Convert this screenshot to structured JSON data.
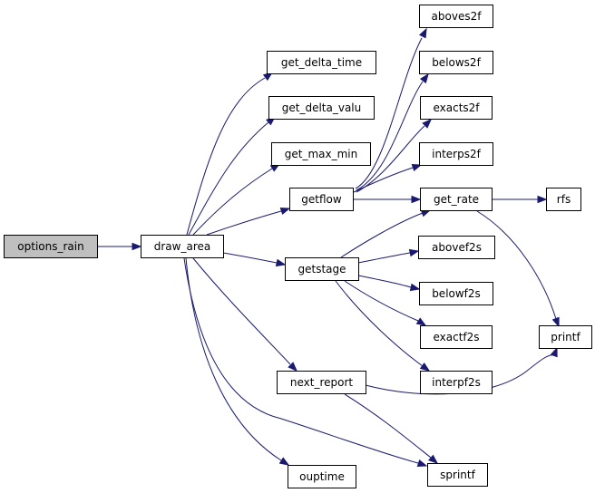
{
  "graph": {
    "edge_color": "#191970",
    "root_fill": "#bfbfbf",
    "nodes": {
      "options_rain": "options_rain",
      "draw_area": "draw_area",
      "get_delta_time": "get_delta_time",
      "get_delta_valu": "get_delta_valu",
      "get_max_min": "get_max_min",
      "getflow": "getflow",
      "getstage": "getstage",
      "next_report": "next_report",
      "ouptime": "ouptime",
      "aboves2f": "aboves2f",
      "belows2f": "belows2f",
      "exacts2f": "exacts2f",
      "interps2f": "interps2f",
      "get_rate": "get_rate",
      "abovef2s": "abovef2s",
      "belowf2s": "belowf2s",
      "exactf2s": "exactf2s",
      "interpf2s": "interpf2s",
      "sprintf": "sprintf",
      "rfs": "rfs",
      "printf": "printf"
    },
    "edges": [
      [
        "options_rain",
        "draw_area"
      ],
      [
        "draw_area",
        "get_delta_time"
      ],
      [
        "draw_area",
        "get_delta_valu"
      ],
      [
        "draw_area",
        "get_max_min"
      ],
      [
        "draw_area",
        "getflow"
      ],
      [
        "draw_area",
        "getstage"
      ],
      [
        "draw_area",
        "next_report"
      ],
      [
        "draw_area",
        "ouptime"
      ],
      [
        "draw_area",
        "sprintf"
      ],
      [
        "getflow",
        "aboves2f"
      ],
      [
        "getflow",
        "belows2f"
      ],
      [
        "getflow",
        "exacts2f"
      ],
      [
        "getflow",
        "interps2f"
      ],
      [
        "getflow",
        "get_rate"
      ],
      [
        "getstage",
        "get_rate"
      ],
      [
        "getstage",
        "abovef2s"
      ],
      [
        "getstage",
        "belowf2s"
      ],
      [
        "getstage",
        "exactf2s"
      ],
      [
        "getstage",
        "interpf2s"
      ],
      [
        "get_rate",
        "rfs"
      ],
      [
        "get_rate",
        "printf"
      ],
      [
        "next_report",
        "printf"
      ],
      [
        "next_report",
        "sprintf"
      ]
    ]
  }
}
